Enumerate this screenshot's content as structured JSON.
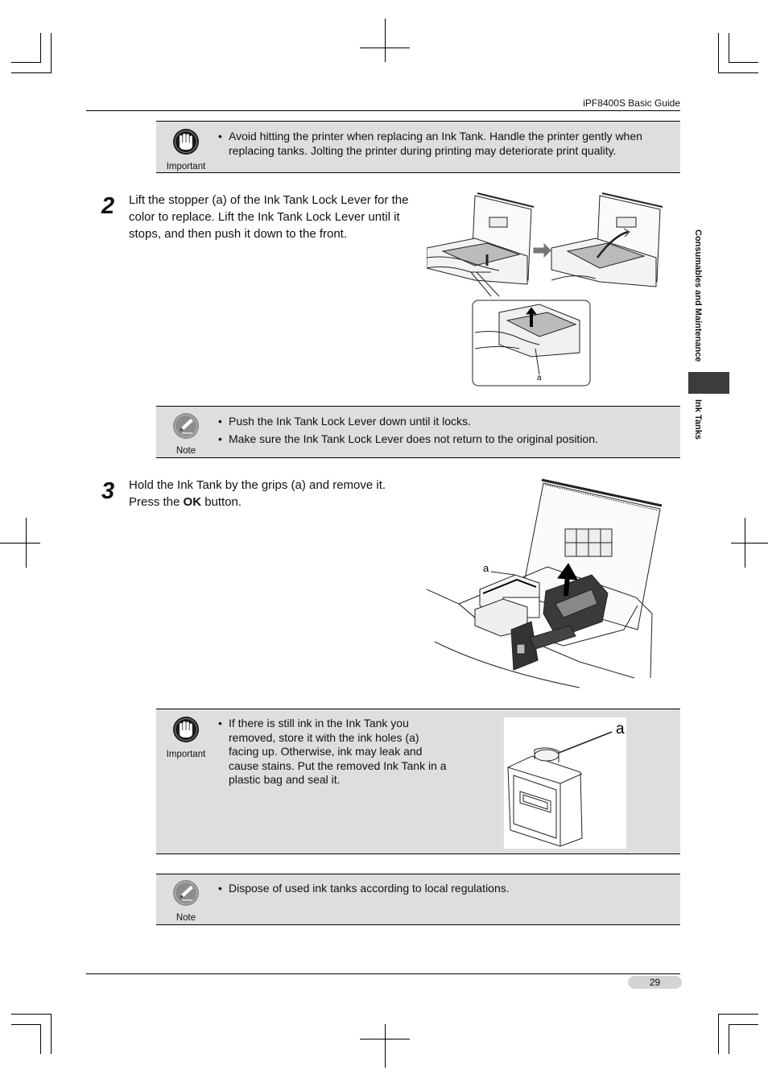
{
  "header": {
    "title": "iPF8400S Basic Guide"
  },
  "notice_important_1": {
    "label": "Important",
    "items": [
      "Avoid hitting the printer when replacing an Ink Tank. Handle the printer gently when replacing tanks. Jolting the printer during printing may deteriorate print quality."
    ]
  },
  "step2": {
    "number": "2",
    "text": "Lift the stopper (a) of the Ink Tank Lock Lever for the color to replace. Lift the Ink Tank Lock Lever until it stops, and then push it down to the front.",
    "callout": "a"
  },
  "note_1": {
    "label": "Note",
    "items": [
      "Push the Ink Tank Lock Lever down until it locks.",
      "Make sure the Ink Tank Lock Lever does not return to the original position."
    ]
  },
  "step3": {
    "number": "3",
    "text_before": "Hold the Ink Tank by the grips (a) and remove it. Press the ",
    "text_bold": "OK",
    "text_after": " button.",
    "callout": "a"
  },
  "notice_important_2": {
    "label": "Important",
    "items": [
      "If there is still ink in the Ink Tank you removed, store it with the ink holes (a) facing up. Otherwise, ink may leak and cause stains. Put the removed Ink Tank in a plastic bag and seal it."
    ],
    "callout": "a"
  },
  "note_2": {
    "label": "Note",
    "items": [
      "Dispose of used ink tanks according to local regulations."
    ]
  },
  "side_nav": {
    "section": "Consumables and Maintenance",
    "subsection": "Ink Tanks"
  },
  "footer": {
    "page_number": "29"
  }
}
